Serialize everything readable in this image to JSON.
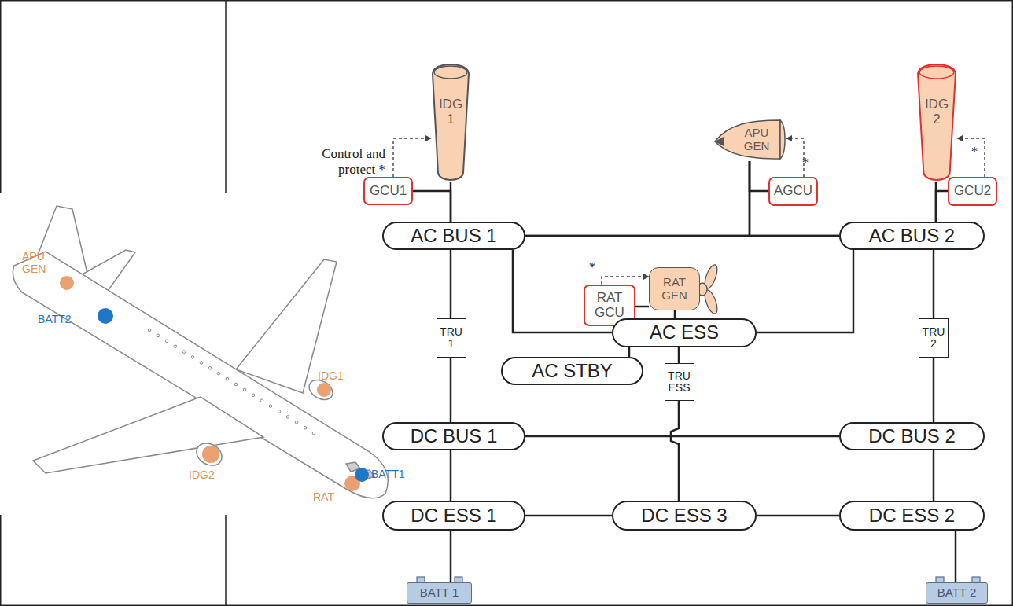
{
  "diagram": {
    "nodes": [
      {
        "text": [
          "IDG 1"
        ]
      },
      {
        "text": [
          "APU GEN"
        ]
      },
      {
        "text": [
          "IDG 2"
        ]
      },
      {
        "text": [
          "GCU1"
        ]
      },
      {
        "text": [
          "AGCU"
        ]
      },
      {
        "text": [
          "GCU2"
        ]
      },
      {
        "text": [
          "AC BUS 1"
        ]
      },
      {
        "text": [
          "AC BUS 2"
        ]
      },
      {
        "text": [
          "RAT GEN"
        ]
      },
      {
        "text": [
          "RAT GCU"
        ]
      },
      {
        "text": [
          "TRU 1"
        ]
      },
      {
        "text": [
          "AC ESS"
        ]
      },
      {
        "text": [
          "TRU 2"
        ]
      },
      {
        "text": [
          "AC STBY"
        ]
      },
      {
        "text": [
          "TRU ESS"
        ]
      },
      {
        "text": [
          "DC BUS 1"
        ]
      },
      {
        "text": [
          "DC BUS 2"
        ]
      },
      {
        "text": [
          "DC ESS 1"
        ]
      },
      {
        "text": [
          "DC ESS 3"
        ]
      },
      {
        "text": [
          "DC ESS 2"
        ]
      },
      {
        "text": [
          "BATT 1"
        ]
      },
      {
        "text": [
          "BATT 2"
        ]
      }
    ],
    "edges": [
      {
        "from": 3,
        "to": 0,
        "arrow": "to"
      },
      {
        "from": 4,
        "to": 1,
        "arrow": "to"
      },
      {
        "from": 5,
        "to": 2,
        "arrow": "to"
      },
      {
        "from": 9,
        "to": 8,
        "arrow": "to"
      },
      {
        "from": 0,
        "to": 6,
        "arrow": "none"
      },
      {
        "from": 3,
        "to": 6,
        "arrow": "none"
      },
      {
        "from": 1,
        "to": 6,
        "arrow": "none"
      },
      {
        "from": 1,
        "to": 7,
        "arrow": "none"
      },
      {
        "from": 4,
        "to": 1,
        "arrow": "none"
      },
      {
        "from": 2,
        "to": 7,
        "arrow": "none"
      },
      {
        "from": 5,
        "to": 7,
        "arrow": "none"
      },
      {
        "from": 6,
        "to": 7,
        "arrow": "none"
      },
      {
        "from": 6,
        "to": 10,
        "arrow": "none"
      },
      {
        "from": 10,
        "to": 15,
        "arrow": "none"
      },
      {
        "from": 15,
        "to": 17,
        "arrow": "none"
      },
      {
        "from": 17,
        "to": 20,
        "arrow": "none"
      },
      {
        "from": 6,
        "to": 11,
        "arrow": "none"
      },
      {
        "from": 7,
        "to": 11,
        "arrow": "none"
      },
      {
        "from": 9,
        "to": 8,
        "arrow": "none"
      },
      {
        "from": 8,
        "to": 11,
        "arrow": "none"
      },
      {
        "from": 11,
        "to": 13,
        "arrow": "none"
      },
      {
        "from": 11,
        "to": 14,
        "arrow": "none"
      },
      {
        "from": 14,
        "to": 18,
        "arrow": "none"
      },
      {
        "from": 7,
        "to": 12,
        "arrow": "none"
      },
      {
        "from": 12,
        "to": 16,
        "arrow": "none"
      },
      {
        "from": 16,
        "to": 19,
        "arrow": "none"
      },
      {
        "from": 19,
        "to": 21,
        "arrow": "none"
      },
      {
        "from": 15,
        "to": 16,
        "arrow": "none"
      },
      {
        "from": 17,
        "to": 18,
        "arrow": "none"
      },
      {
        "from": 18,
        "to": 19,
        "arrow": "none"
      }
    ],
    "labels": [
      "Control and protect *",
      "*",
      "*",
      "*",
      "APU GEN",
      "BATT2",
      "IDG1",
      "IDG2",
      "RAT",
      "BATT1"
    ]
  }
}
